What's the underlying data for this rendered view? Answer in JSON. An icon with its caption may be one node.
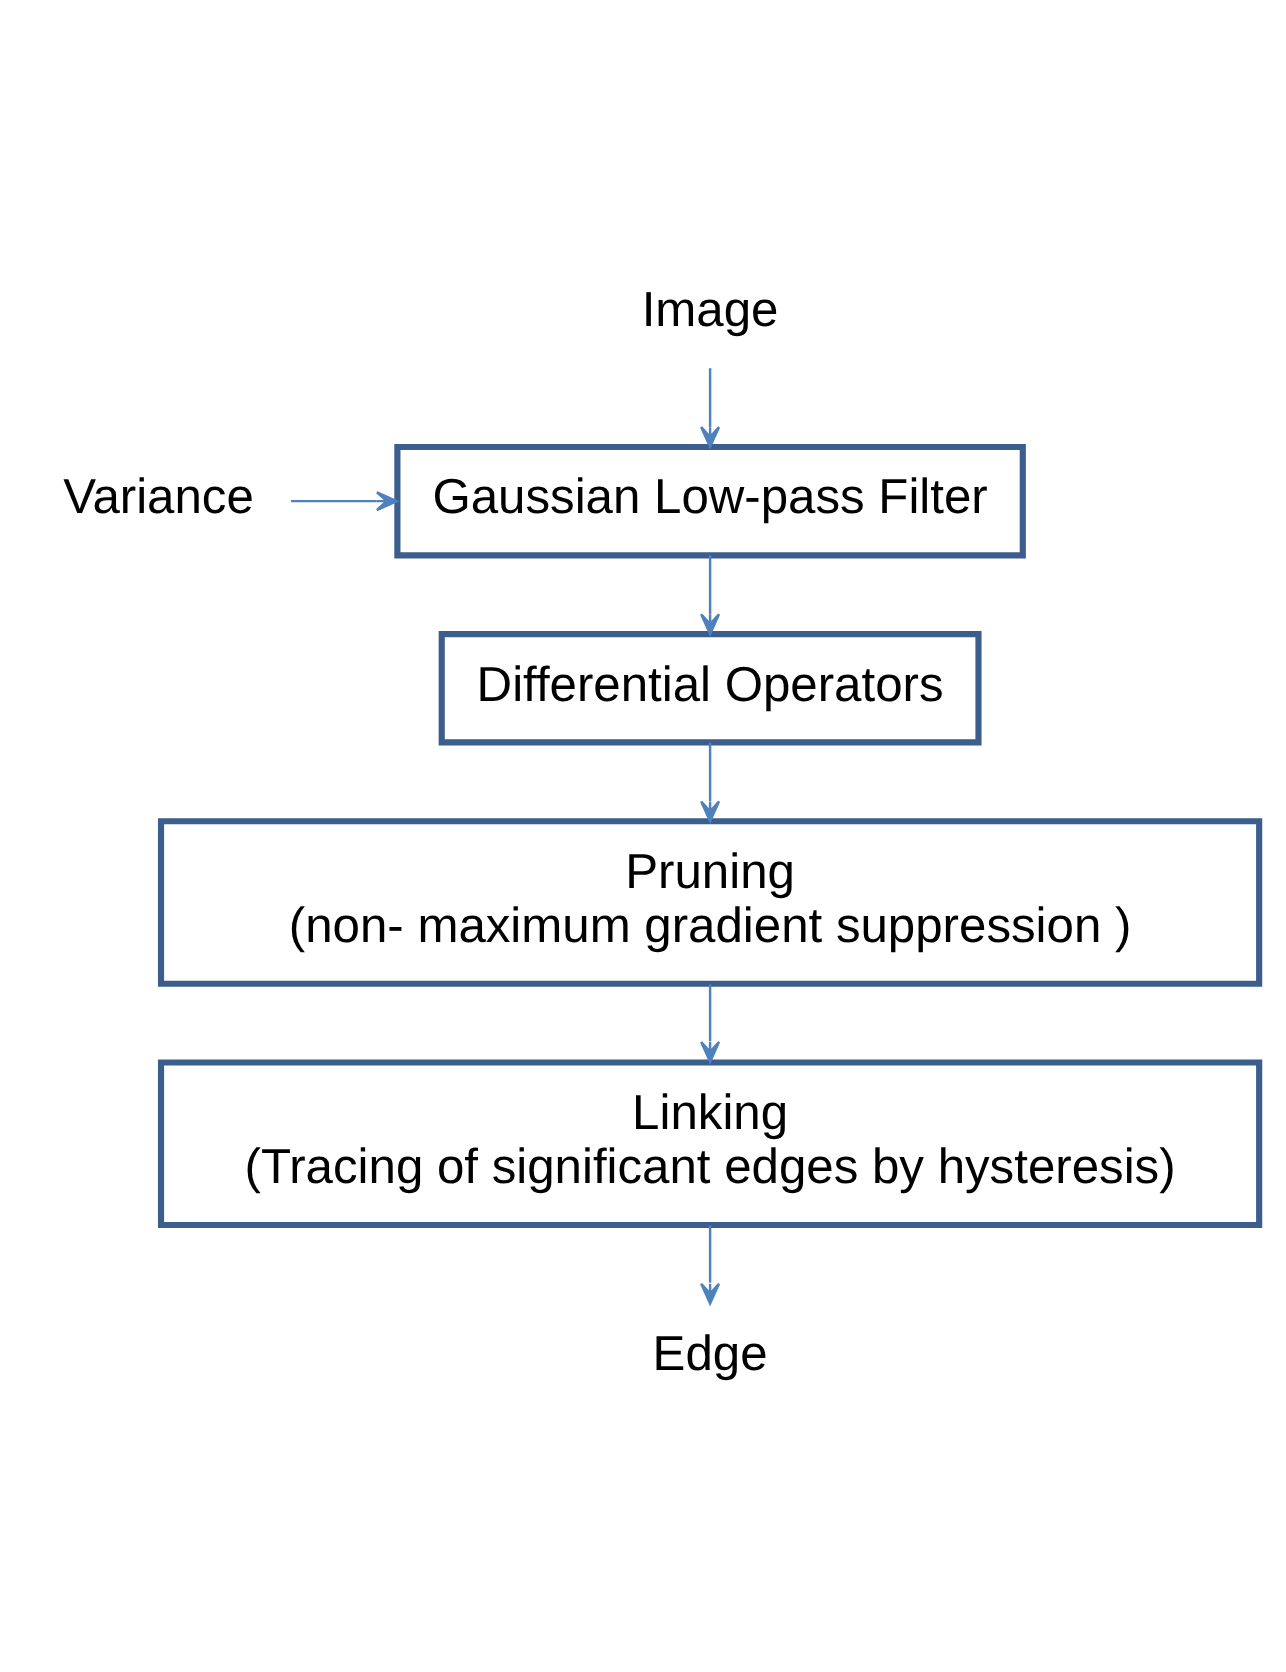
{
  "diagram": {
    "nodes": [
      {
        "text": [
          "Image"
        ]
      },
      {
        "text": [
          "Variance"
        ]
      },
      {
        "text": [
          "Gaussian Low-pass Filter"
        ]
      },
      {
        "text": [
          "Differential Operators"
        ]
      },
      {
        "text": [
          "Pruning",
          "(non- maximum gradient suppression )"
        ]
      },
      {
        "text": [
          "Linking",
          "(Tracing of significant edges by hysteresis)"
        ]
      },
      {
        "text": [
          "Edge"
        ]
      }
    ],
    "edges": [
      {
        "from": 0,
        "to": 2,
        "arrow": "to"
      },
      {
        "from": 1,
        "to": 2,
        "arrow": "to"
      },
      {
        "from": 2,
        "to": 3,
        "arrow": "to"
      },
      {
        "from": 3,
        "to": 4,
        "arrow": "to"
      },
      {
        "from": 4,
        "to": 5,
        "arrow": "to"
      },
      {
        "from": 5,
        "to": 6,
        "arrow": "to"
      }
    ]
  }
}
